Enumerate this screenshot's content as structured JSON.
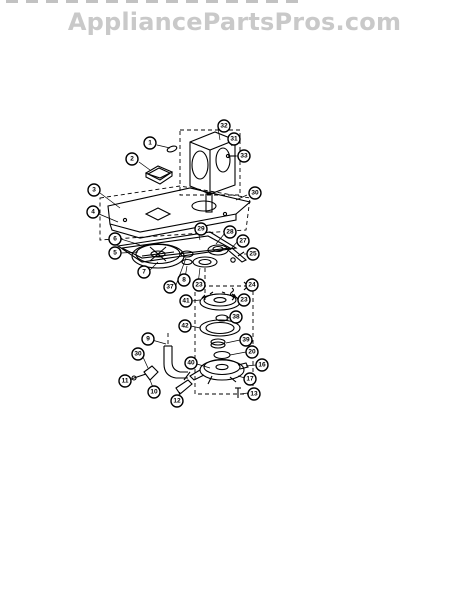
{
  "header": {
    "watermark": "AppliancePartsPros.com"
  },
  "callouts": {
    "c1": "1",
    "c2": "2",
    "c3": "3",
    "c4": "4",
    "c5": "5",
    "c6": "6",
    "c7": "7",
    "c8": "8",
    "c9": "9",
    "c10": "10",
    "c11": "11",
    "c12": "12",
    "c13": "13",
    "c16": "16",
    "c17": "17",
    "c20": "20",
    "c23a": "23",
    "c23b": "23",
    "c24": "24",
    "c25": "25",
    "c27": "27",
    "c28": "28",
    "c29": "29",
    "c30a": "30",
    "c30b": "30",
    "c31": "31",
    "c32": "32",
    "c33": "33",
    "c37": "37",
    "c38": "38",
    "c39": "39",
    "c40": "40",
    "c41": "41",
    "c42": "42"
  },
  "colors": {
    "line": "#000000",
    "watermark": "#c9c9c9"
  }
}
